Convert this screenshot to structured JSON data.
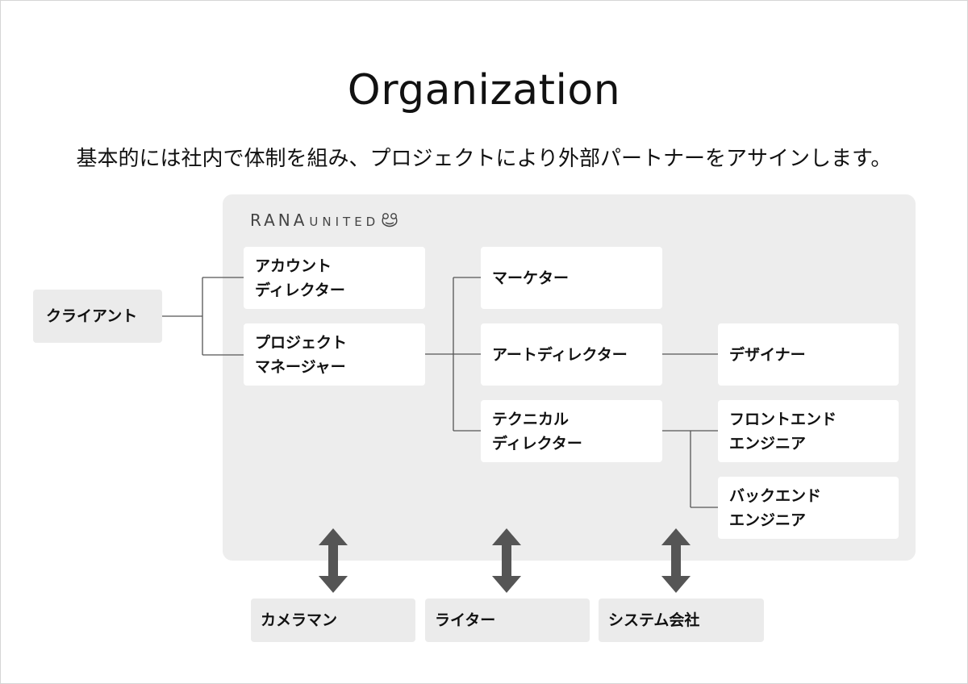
{
  "title": "Organization",
  "subtitle": "基本的には社内で体制を組み、プロジェクトにより外部パートナーをアサインします。",
  "logo": {
    "main": "RANA",
    "sub": "UNITED"
  },
  "nodes": {
    "client": "クライアント",
    "account_director": "アカウント\nディレクター",
    "project_manager": "プロジェクト\nマネージャー",
    "marketer": "マーケター",
    "art_director": "アートディレクター",
    "technical_director": "テクニカル\nディレクター",
    "designer": "デザイナー",
    "frontend_engineer": "フロントエンド\nエンジニア",
    "backend_engineer": "バックエンド\nエンジニア"
  },
  "external_partners": {
    "cameraman": "カメラマン",
    "writer": "ライター",
    "system_company": "システム会社"
  },
  "colors": {
    "panel": "#ededed",
    "box": "#ffffff",
    "external_box": "#ebebeb",
    "connector": "#555555",
    "arrow": "#555555"
  }
}
